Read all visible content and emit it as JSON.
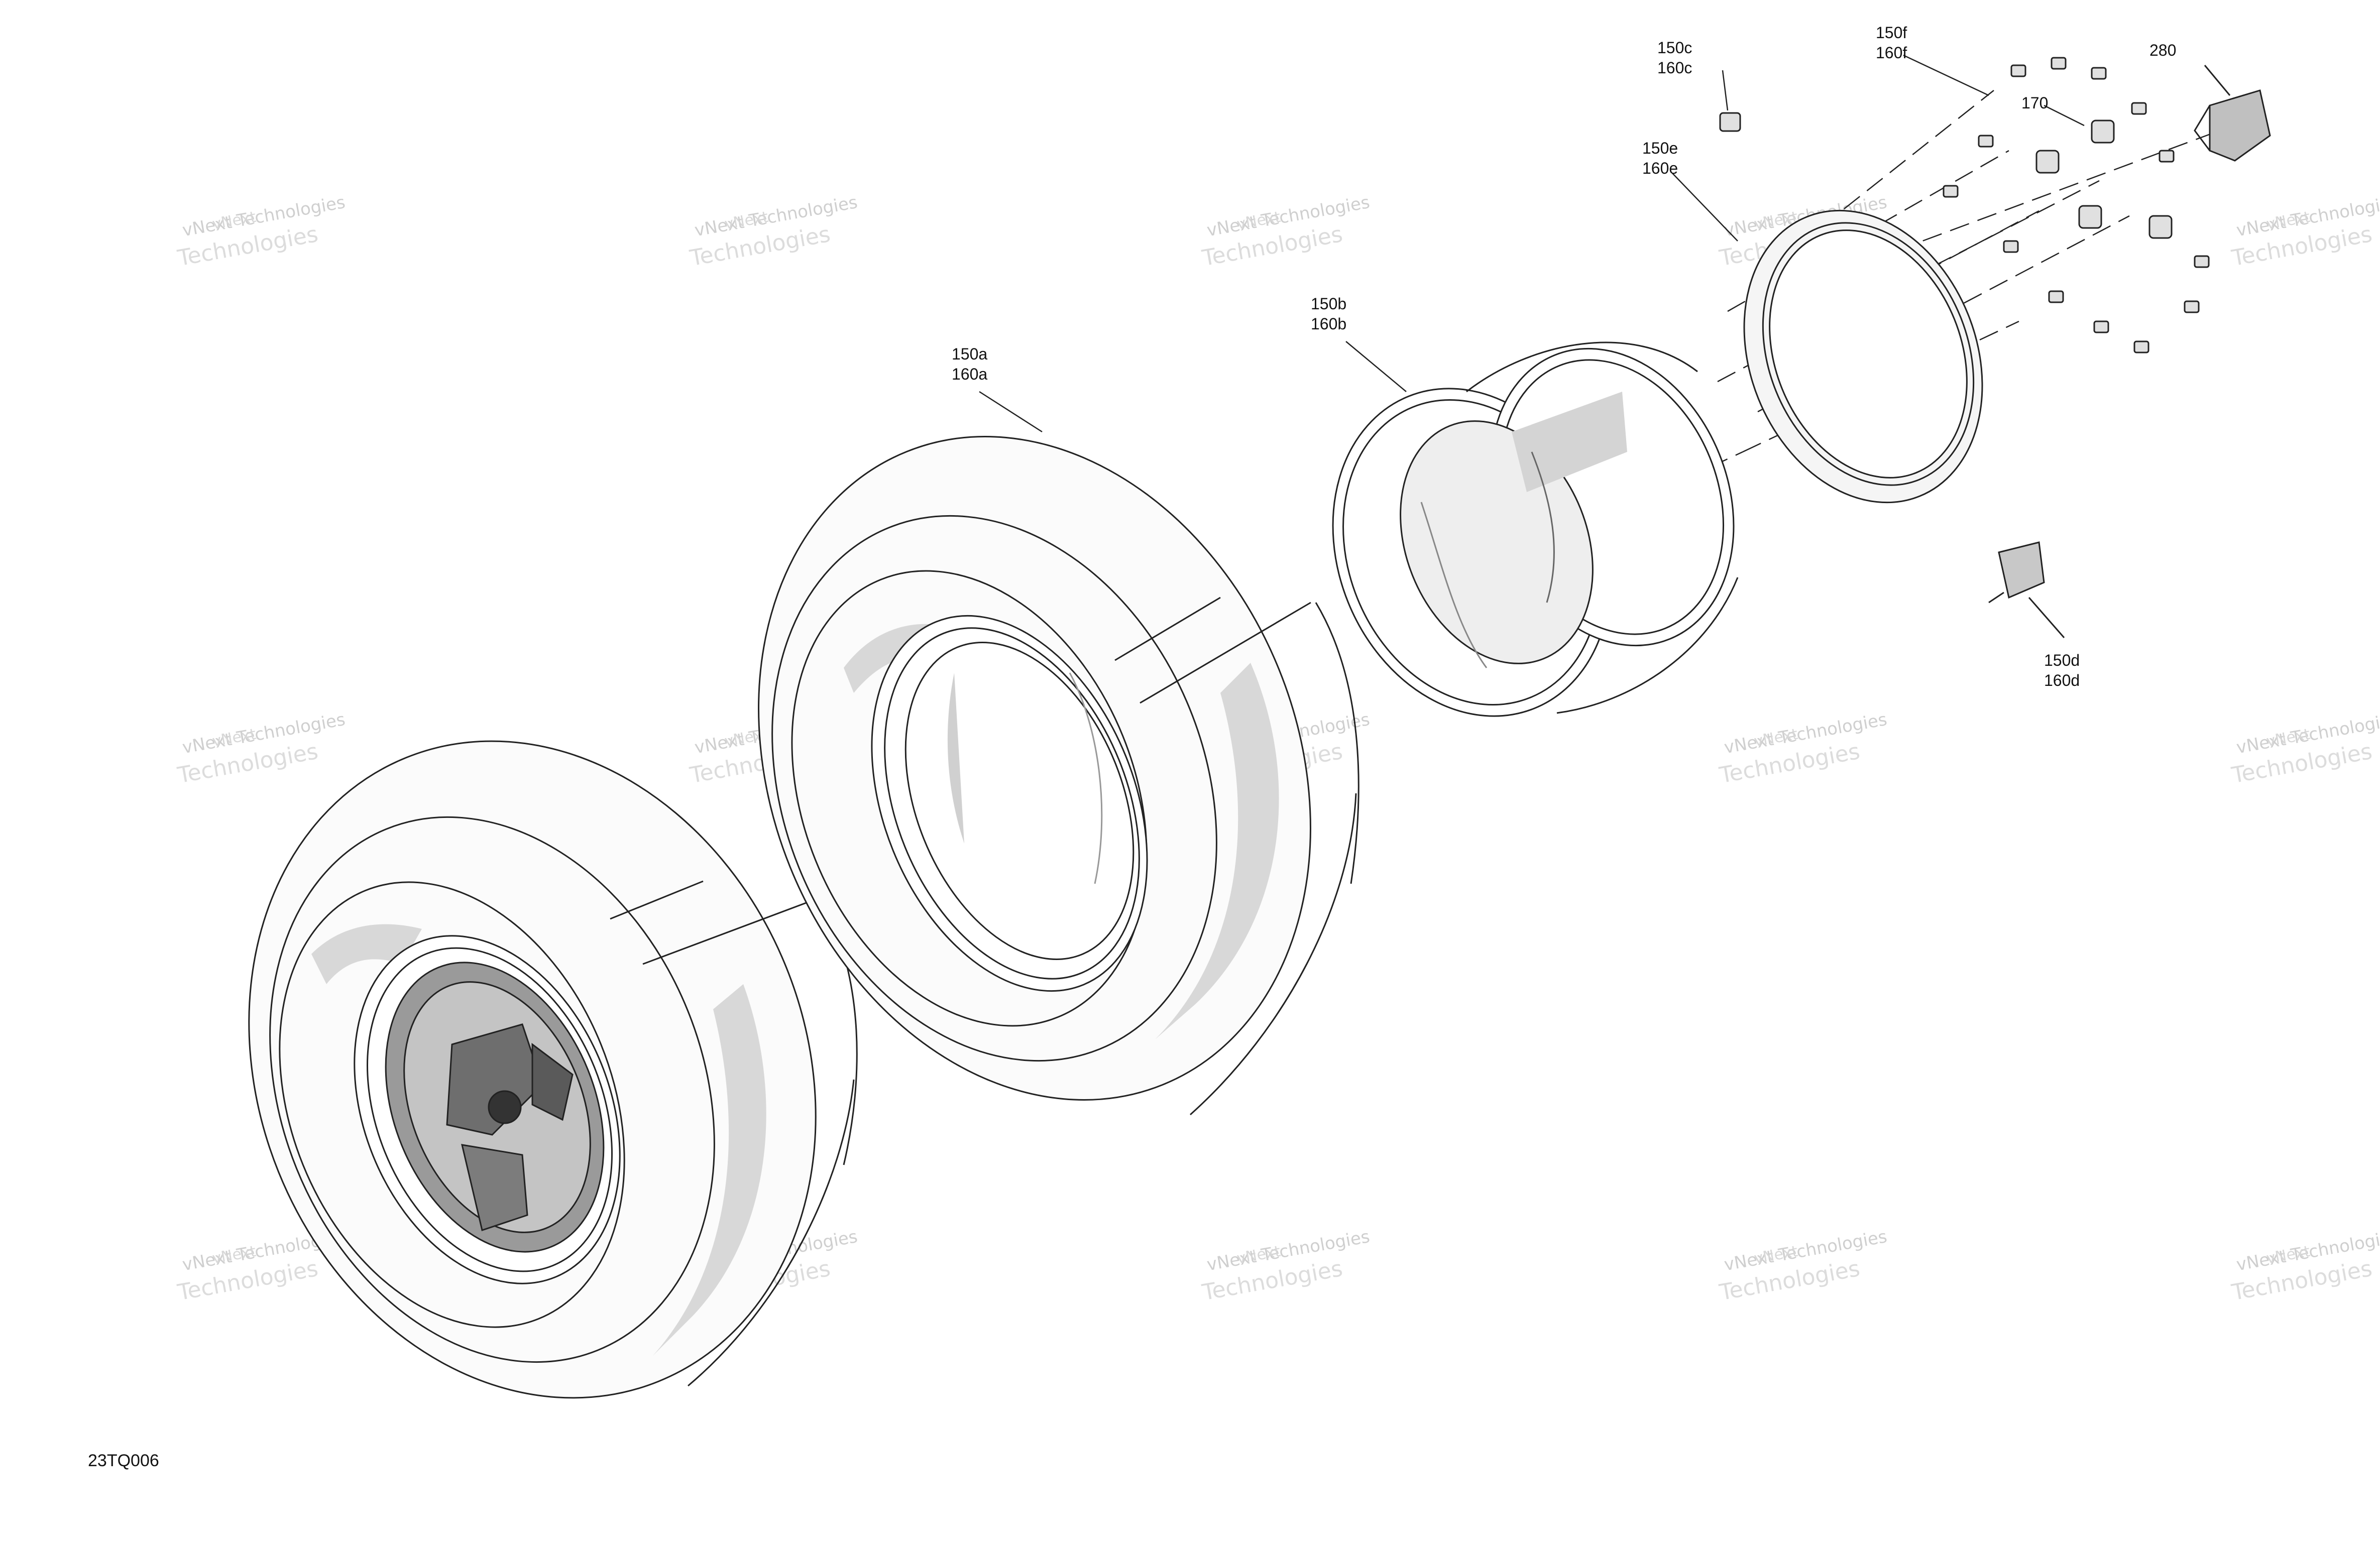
{
  "figure_id": "23TQ006",
  "watermark": {
    "line1": "vNext Technologies",
    "line2": "vNext",
    "line3": "Technologies"
  },
  "callouts": [
    {
      "key": "150a",
      "line1": "150a",
      "line2": "160a"
    },
    {
      "key": "150b",
      "line1": "150b",
      "line2": "160b"
    },
    {
      "key": "150c",
      "line1": "150c",
      "line2": "160c"
    },
    {
      "key": "150d",
      "line1": "150d",
      "line2": "160d"
    },
    {
      "key": "150e",
      "line1": "150e",
      "line2": "160e"
    },
    {
      "key": "150f",
      "line1": "150f",
      "line2": "160f"
    },
    {
      "key": "170",
      "line1": "170",
      "line2": ""
    },
    {
      "key": "280",
      "line1": "280",
      "line2": ""
    }
  ]
}
